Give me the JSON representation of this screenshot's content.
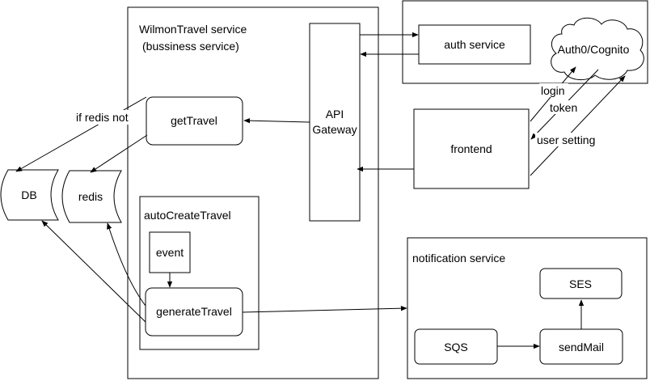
{
  "containers": {
    "wilmon_title_1": "WilmonTravel service",
    "wilmon_title_2": "(bussiness service)",
    "auto_create": "autoCreateTravel",
    "notification": "notification service"
  },
  "nodes": {
    "auth_service": "auth service",
    "auth0": "Auth0/Cognito",
    "api_1": "API",
    "api_2": "Gateway",
    "get_travel": "getTravel",
    "frontend": "frontend",
    "db": "DB",
    "redis": "redis",
    "event": "event",
    "generate_travel": "generateTravel",
    "ses": "SES",
    "sqs": "SQS",
    "send_mail": "sendMail"
  },
  "edge_labels": {
    "if_redis_not": "if redis not",
    "login": "login",
    "token": "token",
    "user_setting": "user setting"
  }
}
